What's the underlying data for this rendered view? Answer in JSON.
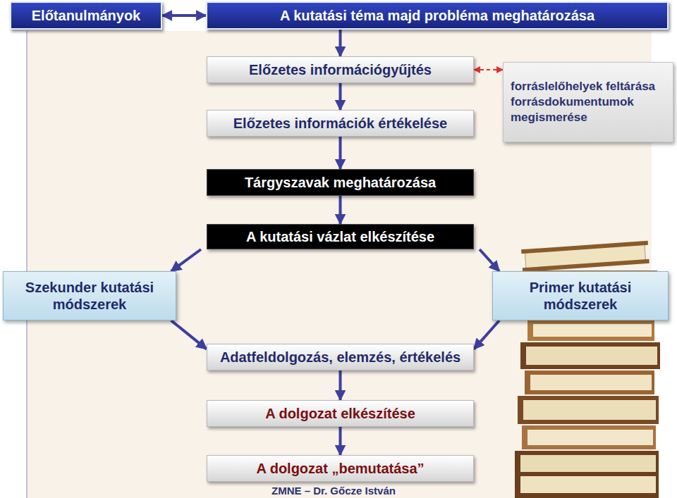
{
  "diagram": {
    "nodes": [
      {
        "text": [
          "Előtanulmányok"
        ]
      },
      {
        "text": [
          "A kutatási téma majd probléma meghatározása"
        ]
      },
      {
        "text": [
          "Előzetes információgyűjtés"
        ]
      },
      {
        "text": [
          "forráslelőhelyek feltárása forrásdokumentumok megismerése"
        ]
      },
      {
        "text": [
          "Előzetes információk értékelése"
        ]
      },
      {
        "text": [
          "Tárgyszavak meghatározása"
        ]
      },
      {
        "text": [
          "A kutatási vázlat elkészítése"
        ]
      },
      {
        "text": [
          "Szekunder kutatási módszerek"
        ]
      },
      {
        "text": [
          "Primer kutatási módszerek"
        ]
      },
      {
        "text": [
          "Adatfeldolgozás, elemzés, értékelés"
        ]
      },
      {
        "text": [
          "A dolgozat elkészítése"
        ]
      },
      {
        "text": [
          "A dolgozat „bemutatása”"
        ]
      }
    ],
    "edges": [
      {
        "from": 0,
        "to": 1,
        "arrow": "both"
      },
      {
        "from": 1,
        "to": 2,
        "arrow": "to"
      },
      {
        "from": 2,
        "to": 3,
        "arrow": "both"
      },
      {
        "from": 2,
        "to": 4,
        "arrow": "to"
      },
      {
        "from": 4,
        "to": 5,
        "arrow": "to"
      },
      {
        "from": 5,
        "to": 6,
        "arrow": "to"
      },
      {
        "from": 6,
        "to": 7,
        "arrow": "to"
      },
      {
        "from": 6,
        "to": 8,
        "arrow": "to"
      },
      {
        "from": 7,
        "to": 9,
        "arrow": "to"
      },
      {
        "from": 8,
        "to": 9,
        "arrow": "to"
      },
      {
        "from": 9,
        "to": 10,
        "arrow": "to"
      },
      {
        "from": 10,
        "to": 11,
        "arrow": "to"
      }
    ],
    "labels": [
      "ZMNE – Dr. Gőcze István"
    ]
  }
}
